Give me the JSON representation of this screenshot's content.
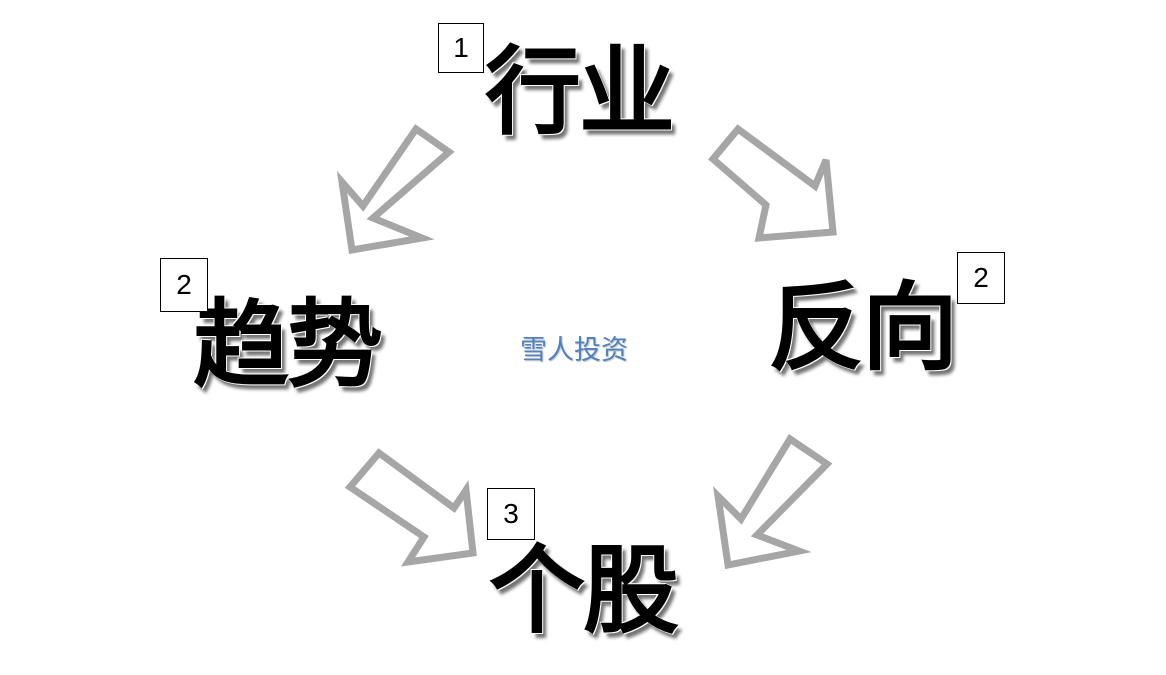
{
  "diagram": {
    "nodes": [
      {
        "id": "industry",
        "label": "行业",
        "step": "1"
      },
      {
        "id": "trend",
        "label": "趋势",
        "step": "2"
      },
      {
        "id": "contrarian",
        "label": "反向",
        "step": "2"
      },
      {
        "id": "stock",
        "label": "个股",
        "step": "3"
      }
    ],
    "edges": [
      {
        "from": "industry",
        "to": "trend"
      },
      {
        "from": "industry",
        "to": "contrarian"
      },
      {
        "from": "trend",
        "to": "stock"
      },
      {
        "from": "contrarian",
        "to": "stock"
      }
    ],
    "watermark": "雪人投资",
    "colors": {
      "arrow_stroke": "#a6a6a6",
      "label_text": "#000000",
      "watermark_text": "#4f81bd"
    },
    "icons": [
      "hollow-block-arrow"
    ]
  }
}
